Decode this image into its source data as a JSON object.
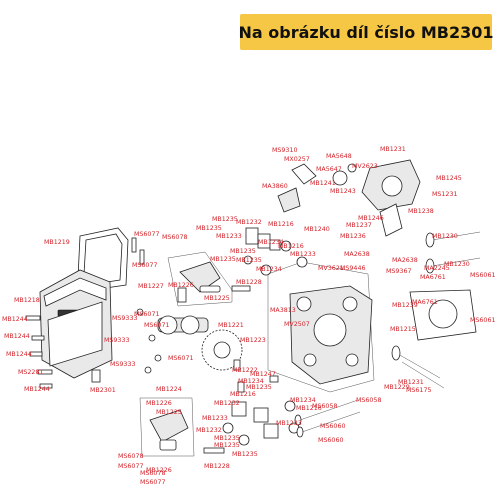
{
  "header": {
    "title": "Na obrázku díl číslo MB2301",
    "bg_color": "#f6c744"
  },
  "label_color": "#d2232a",
  "labels": {
    "l1": "MS9310",
    "l2": "MX0257",
    "l3": "MA5648",
    "l4": "MA5647",
    "l5": "MV2623",
    "l6": "MB1231",
    "l7": "MB1245",
    "l8": "MB1241",
    "l9": "MB1243",
    "l10": "MS1231",
    "l11": "MA3860",
    "l12": "MB1238",
    "l13": "MB1246",
    "l14": "MB1237",
    "l15": "MB1235",
    "l16": "MB1232",
    "l17": "MB1235",
    "l18": "MB1233",
    "l19": "MB1216",
    "l20": "MB1240",
    "l21": "MB1219",
    "l22": "MS6077",
    "l23": "MS6078",
    "l24": "MB1230",
    "l25": "MB1236",
    "l26": "MB1234",
    "l27": "MB1216",
    "l28": "MB1233",
    "l29": "MB1235",
    "l30": "MA2638",
    "l31": "MS6077",
    "l32": "MB1235",
    "l33": "MB1235",
    "l34": "MB1234",
    "l35": "MV3621",
    "l36": "MB1230",
    "l37": "MA2638",
    "l38": "MS9446",
    "l39": "MS9367",
    "l40": "MA2245",
    "l41": "MS6061",
    "l42": "MB1218",
    "l43": "MB1227",
    "l44": "MB1226",
    "l45": "MB1225",
    "l46": "MB1228",
    "l47": "MB1239",
    "l48": "MA6761",
    "l49": "MA6761",
    "l50": "MB1244",
    "l51": "MS9333",
    "l52": "MA3813",
    "l53": "MB1215",
    "l54": "MB1221",
    "l55": "MS6071",
    "l56": "MB1244",
    "l57": "MS6071",
    "l58": "MV2507",
    "l59": "MS6061",
    "l60": "MB1244",
    "l61": "MS9333",
    "l62": "MB1223",
    "l63": "MS2281",
    "l64": "MS6071",
    "l65": "MS9333",
    "l66": "MB1222",
    "l67": "MB1247",
    "l68": "MB1244",
    "l69": "MB2301",
    "l70": "MB1224",
    "l71": "MB1234",
    "l72": "MB1229",
    "l73": "MB1231",
    "l74": "MS6175",
    "l75": "MB1226",
    "l76": "MB1225",
    "l77": "MB1235",
    "l78": "MB1232",
    "l79": "MB1216",
    "l80": "MB1234",
    "l81": "MS6058",
    "l82": "MS6058",
    "l83": "MB1233",
    "l84": "MB1216",
    "l85": "MB1233",
    "l86": "MB1232",
    "l87": "MS6060",
    "l88": "MS6060",
    "l89": "MB1235",
    "l90": "MB1235",
    "l91": "MB1235",
    "l92": "MS6078",
    "l93": "MS6077",
    "l94": "MB1228",
    "l95": "MB1226",
    "l96": "MS6078",
    "l97": "MS6077"
  }
}
